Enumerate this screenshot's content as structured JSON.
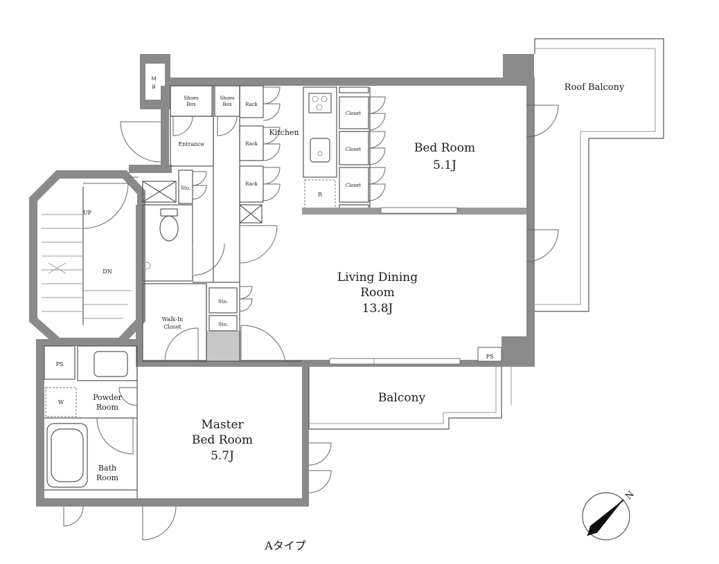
{
  "rooms": {
    "roof_balcony": "Roof Balcony",
    "bed_room": "Bed Room",
    "bed_room_size": "5.1J",
    "living_line1": "Living Dining",
    "living_line2": "Room",
    "living_size": "13.8J",
    "master_line1": "Master",
    "master_line2": "Bed Room",
    "master_size": "5.7J",
    "balcony": "Balcony",
    "kitchen": "Kitchen",
    "entrance": "Entrance",
    "walkin_line1": "Walk-In",
    "walkin_line2": "Closet",
    "powder_line1": "Powder",
    "powder_line2": "Room",
    "bath_line1": "Bath",
    "bath_line2": "Room"
  },
  "fixtures": {
    "mb_top": "M",
    "mb_bottom": "B",
    "shoes_box_line1": "Shoes",
    "shoes_box_line2": "Box",
    "rack": "Rack",
    "closet": "Closet",
    "refrigerator": "R",
    "storage": "Sto.",
    "ps": "PS",
    "washer": "W",
    "stair_up": "UP",
    "stair_down": "DN"
  },
  "compass": {
    "north": "N"
  },
  "caption": "Aタイプ"
}
